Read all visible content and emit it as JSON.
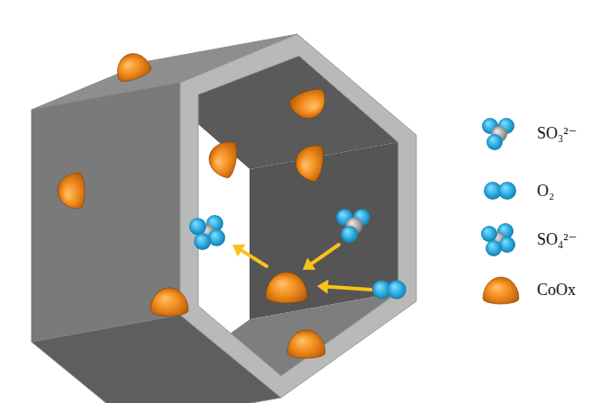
{
  "diagram": {
    "legend": [
      {
        "text": "SO₃²⁻"
      },
      {
        "text": "O₂"
      },
      {
        "text": "SO₄²⁻"
      },
      {
        "text": "CoOx"
      }
    ]
  }
}
